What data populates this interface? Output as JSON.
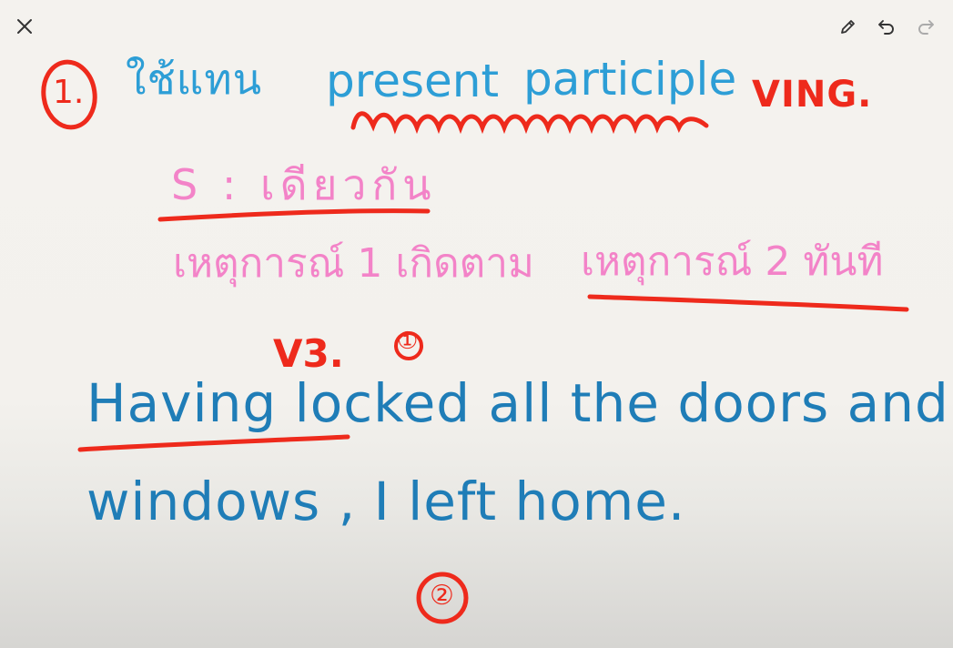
{
  "toolbar": {
    "close_icon": "close-icon",
    "pen_icon": "pen-icon",
    "undo_icon": "undo-icon",
    "redo_icon": "redo-icon"
  },
  "notes": {
    "marker_1": "1.",
    "line1_thai": "ใช้แทน",
    "line1_present": "present",
    "line1_participle": "participle",
    "line1_ving": "VING.",
    "line2": "S : เดียวกัน",
    "line3_a": "เหตุการณ์ 1 เกิดตาม",
    "line3_b": "เหตุการณ์ 2 ทันที",
    "mark_v3": "V3.",
    "mark_1b": "①.",
    "line4": "Having locked all the doors and",
    "line5": "windows , I left home.",
    "mark_2": "②"
  },
  "colors": {
    "blue": "#2d9ed6",
    "deep_blue": "#1f7db7",
    "pink": "#f383c8",
    "red": "#ee2a1c",
    "icon": "#333333"
  }
}
